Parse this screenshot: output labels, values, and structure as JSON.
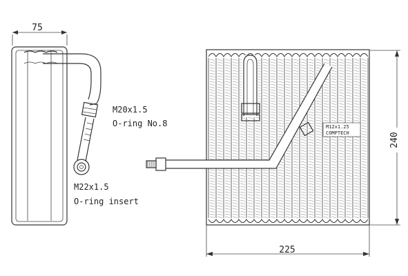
{
  "drawing": {
    "title": "",
    "side_view": {
      "dimension_width": "75",
      "fitting_upper": {
        "thread": "M20x1.5",
        "oring": "O-ring No.8"
      },
      "fitting_lower": {
        "thread": "M22x1.5",
        "oring": "O-ring insert"
      }
    },
    "front_view": {
      "dimension_width": "225",
      "dimension_height": "240",
      "sensor_port": {
        "thread": "M12x1.25",
        "note": "COMPTECH"
      }
    }
  }
}
